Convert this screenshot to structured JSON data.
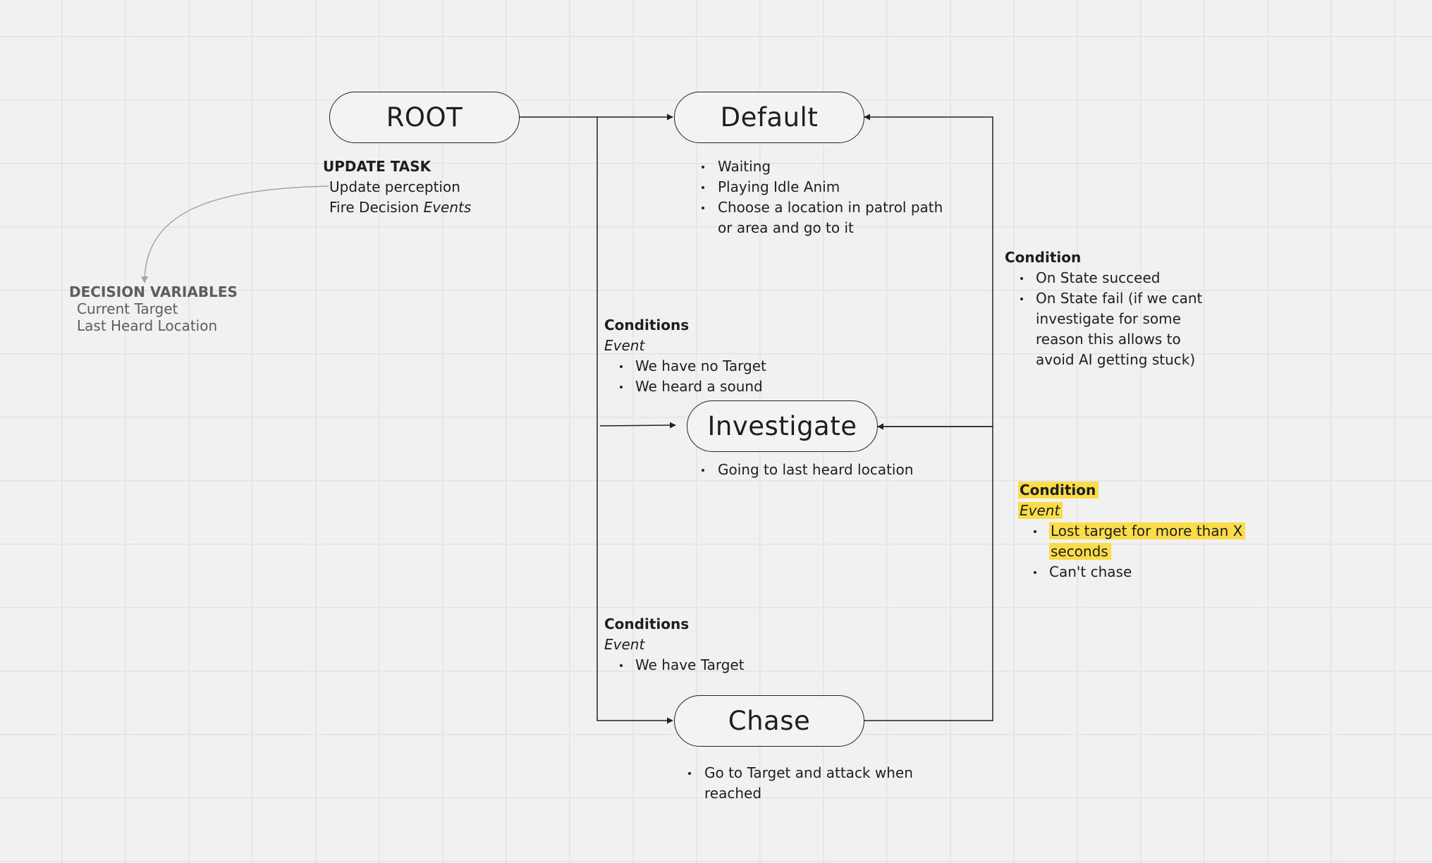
{
  "nodes": {
    "root": "ROOT",
    "default": "Default",
    "investigate": "Investigate",
    "chase": "Chase"
  },
  "update_task": {
    "title": "UPDATE TASK",
    "line1": "Update perception",
    "line2_prefix": "Fire Decision ",
    "line2_italic": "Events"
  },
  "decision_variables": {
    "title": "DECISION VARIABLES",
    "items": [
      "Current Target",
      "Last Heard Location"
    ]
  },
  "default_actions": [
    "Waiting",
    "Playing Idle Anim",
    "Choose a location in patrol path or area and go to it"
  ],
  "investigate_actions": [
    "Going to last heard location"
  ],
  "chase_actions": [
    "Go to Target and attack when reached"
  ],
  "conditions_investigate": {
    "title": "Conditions",
    "event": "Event",
    "items": [
      "We have no Target",
      "We heard a sound"
    ]
  },
  "conditions_chase": {
    "title": "Conditions",
    "event": "Event",
    "items": [
      "We have Target"
    ]
  },
  "condition_default": {
    "title": "Condition",
    "items": [
      "On State succeed",
      "On State fail (if we cant investigate for some reason this allows to avoid AI getting stuck)"
    ]
  },
  "condition_investigate": {
    "title": "Condition",
    "event": "Event",
    "items": [
      "Lost target for more than X seconds",
      "Can't chase"
    ]
  },
  "colors": {
    "background": "#f1f1f1",
    "grid": "#e3e3e3",
    "line": "#222222",
    "highlight": "#fddc4a",
    "muted_text": "#5d5d5d"
  }
}
